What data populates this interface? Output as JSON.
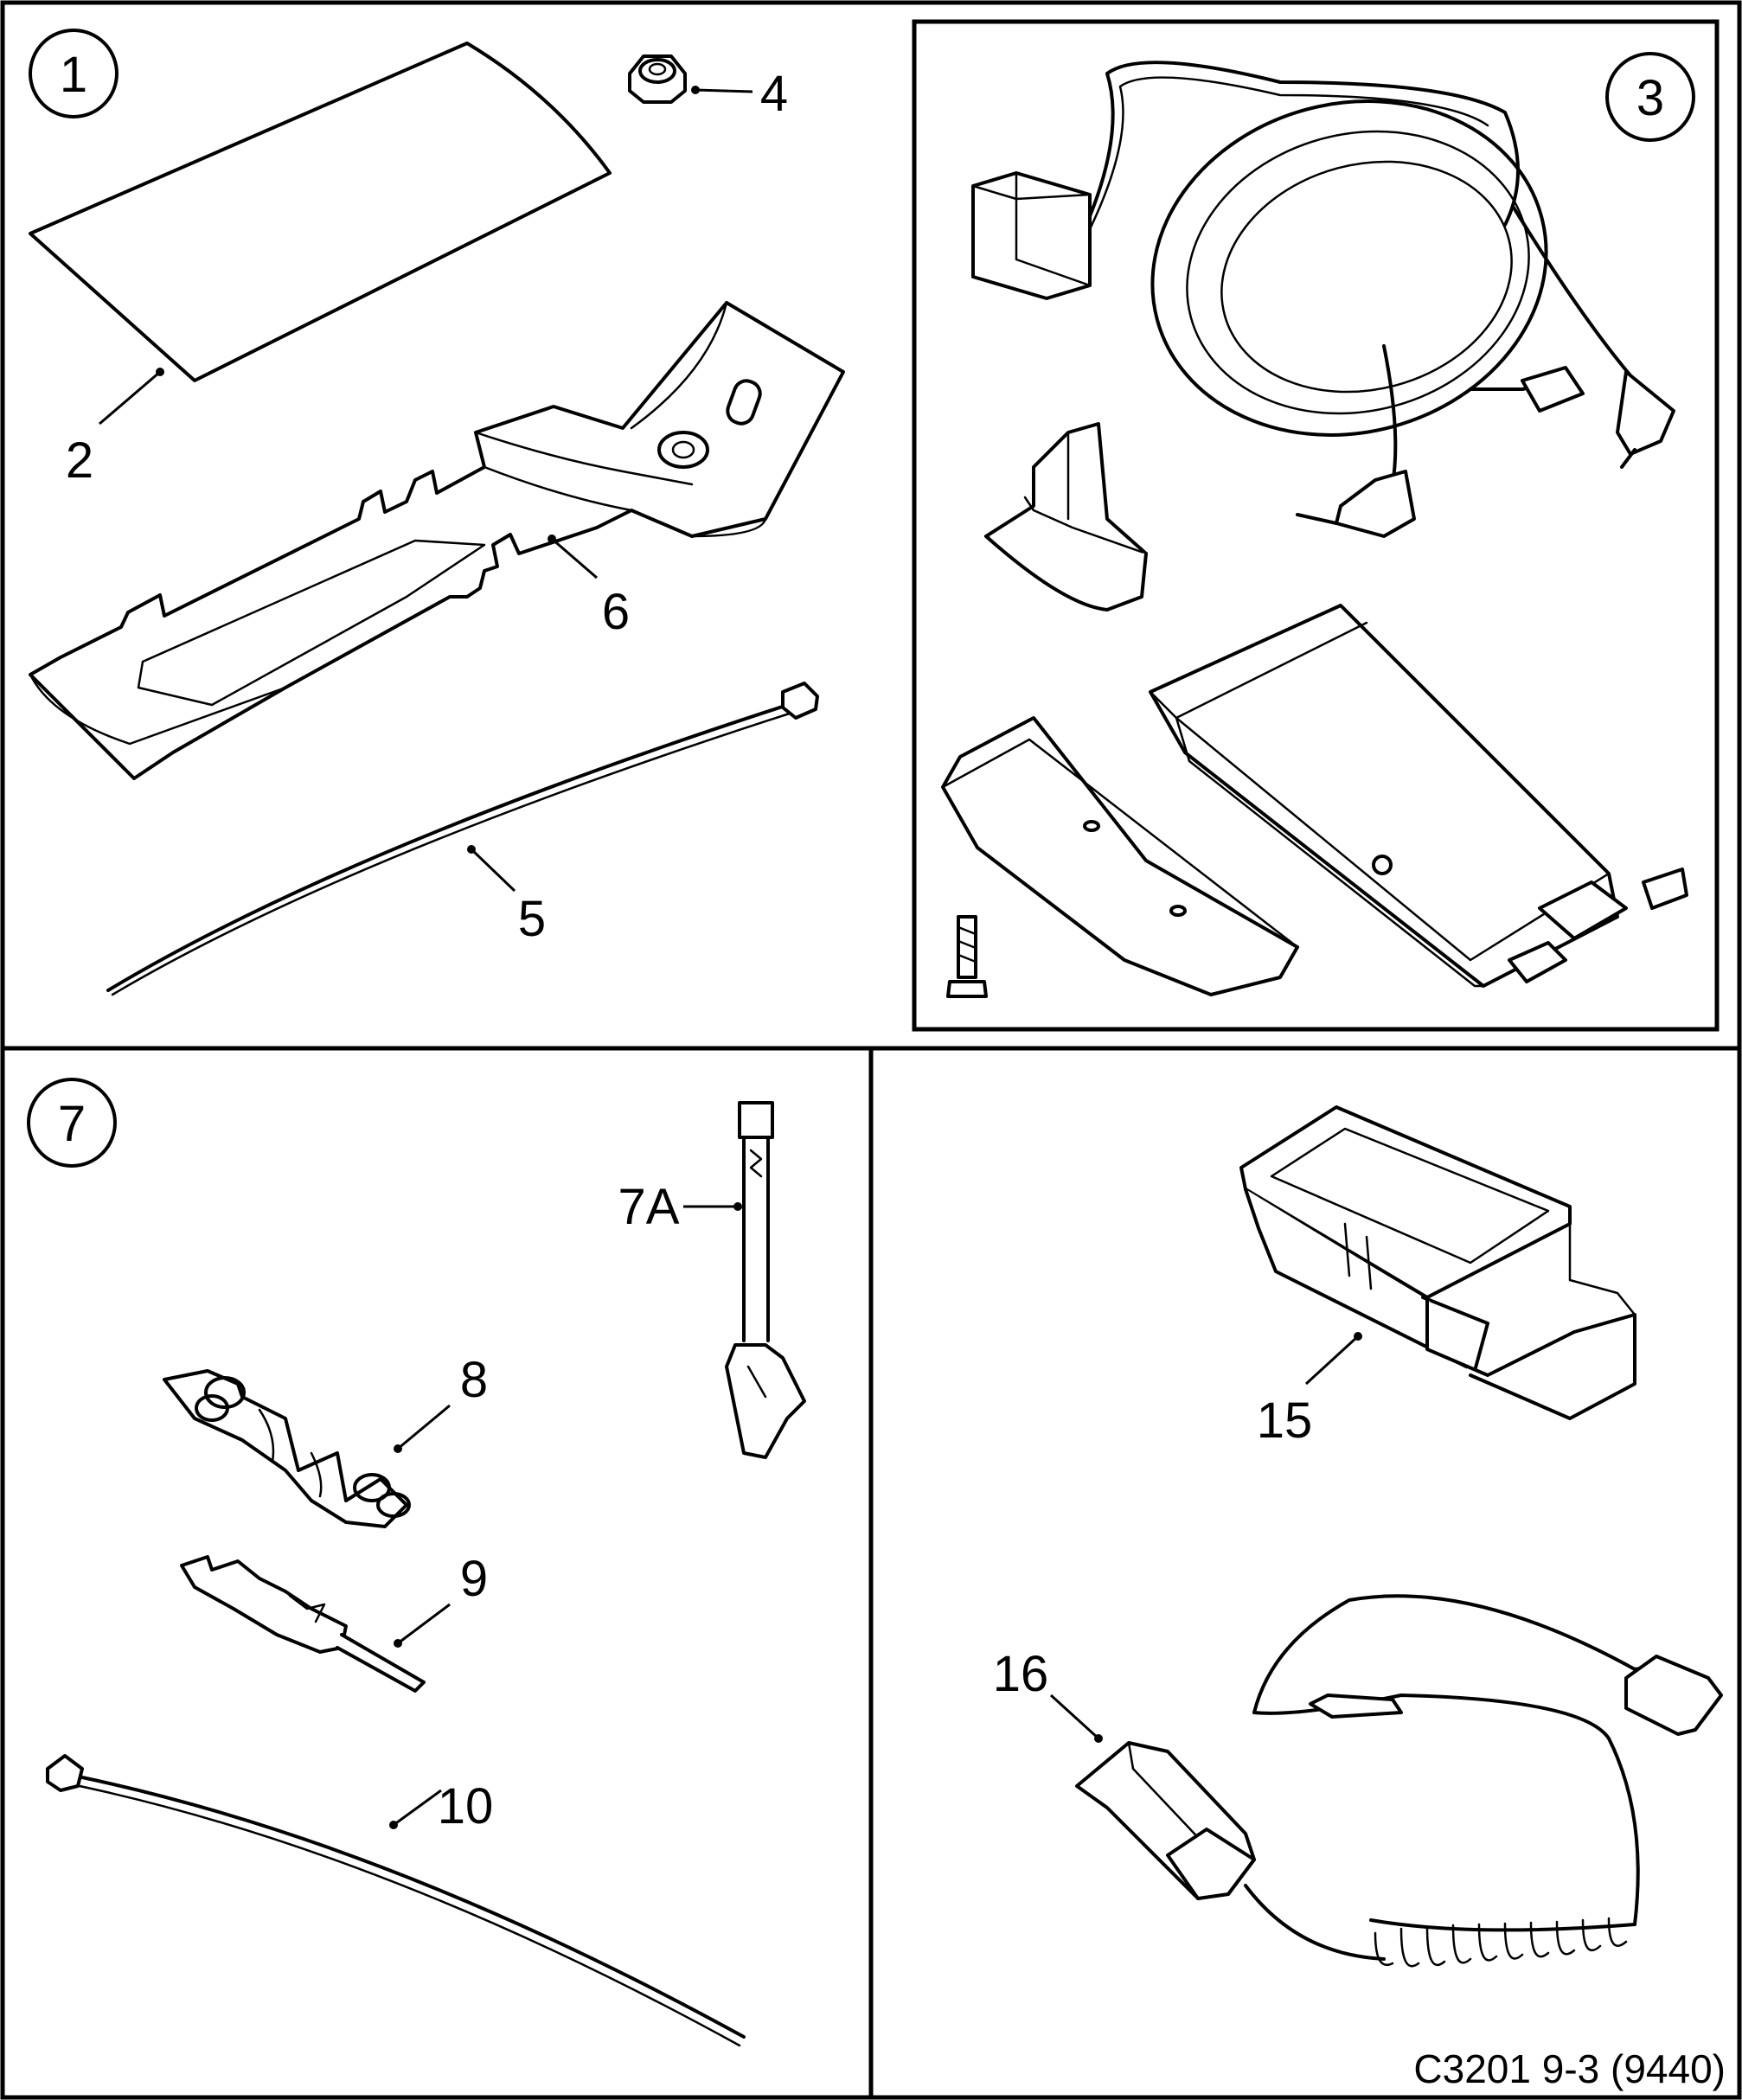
{
  "groups": {
    "g1": "1",
    "g3": "3",
    "g7": "7"
  },
  "labels": {
    "p2": "2",
    "p4": "4",
    "p5": "5",
    "p6": "6",
    "p7a": "7A",
    "p8": "8",
    "p9": "9",
    "p10": "10",
    "p15": "15",
    "p16": "16"
  },
  "drawing_code": "C3201 9-3 (9440)"
}
